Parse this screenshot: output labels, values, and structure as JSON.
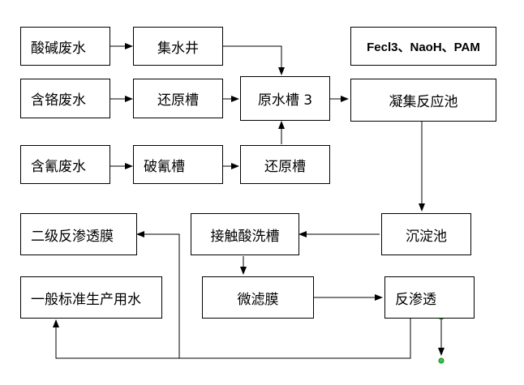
{
  "nodes": {
    "acid_base_wastewater": "酸碱废水",
    "collection_well": "集水井",
    "chromium_wastewater": "含铬废水",
    "reduction_tank_1": "还原槽",
    "raw_water_tank": "原水槽 3",
    "cyanide_wastewater": "含氰废水",
    "cyanide_breaking_tank": "破氰槽",
    "reduction_tank_2": "还原槽",
    "chemicals": "Fecl3、NaoH、PAM",
    "coagulation_tank": "凝集反应池",
    "sedimentation_tank": "沉淀池",
    "contact_acid_wash_tank": "接触酸洗槽",
    "secondary_ro": "二级反渗透膜",
    "microfiltration": "微滤膜",
    "reverse_osmosis": "反渗透",
    "production_water": "一般标准生产用水"
  }
}
